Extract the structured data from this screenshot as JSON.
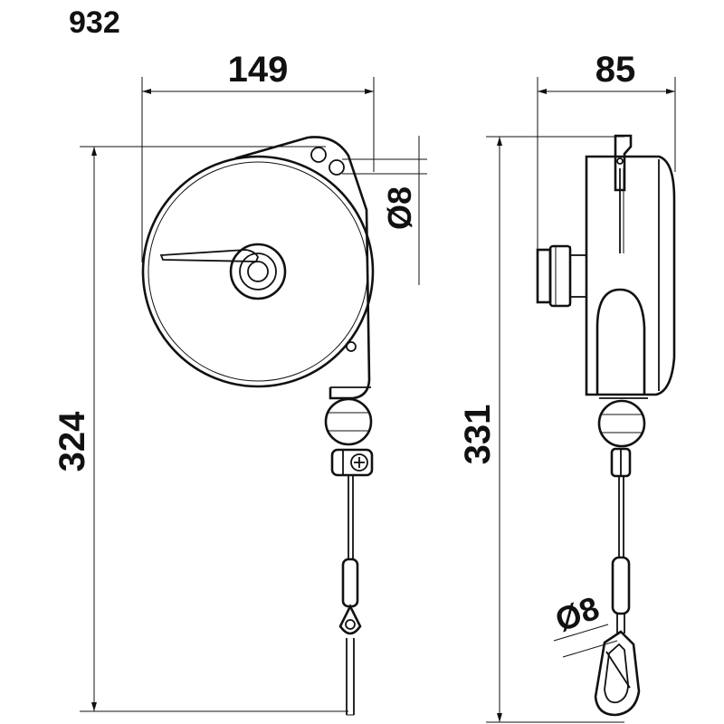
{
  "model_number": "932",
  "dimensions": {
    "front_width": "149",
    "front_height": "324",
    "side_width": "85",
    "side_height": "331",
    "mount_hole": "Ø8",
    "hook_opening": "Ø8"
  }
}
